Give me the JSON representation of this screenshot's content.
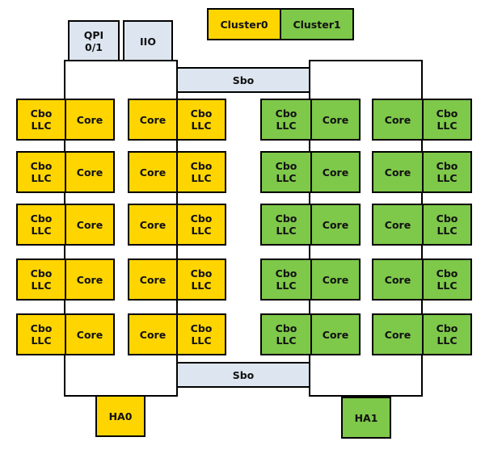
{
  "legend": {
    "cluster0": "Cluster0",
    "cluster1": "Cluster1"
  },
  "colors": {
    "cluster0": "#ffd500",
    "cluster1": "#7ec84a",
    "interconnect": "#dde6f0"
  },
  "io": {
    "qpi": "QPI\n0/1",
    "iio": "IIO"
  },
  "sbo_top": "Sbo",
  "sbo_bottom": "Sbo",
  "home_agents": {
    "ha0": "HA0",
    "ha1": "HA1"
  },
  "tiles": {
    "core": "Core",
    "cbo_llc": "Cbo\nLLC"
  },
  "rows": 5
}
